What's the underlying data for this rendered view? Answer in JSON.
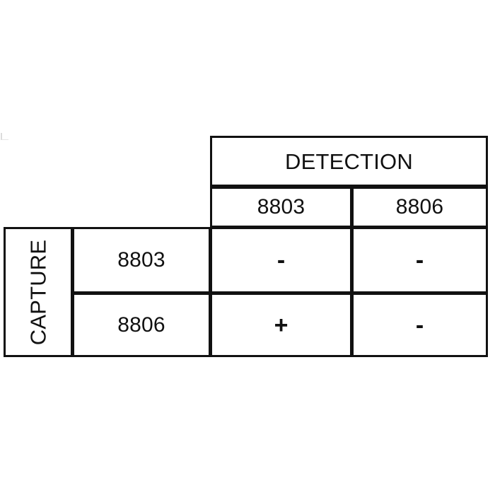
{
  "figure": {
    "kind": "cross-reactivity-matrix-table",
    "column_axis_title": "DETECTION",
    "row_axis_title": "CAPTURE",
    "column_headers": [
      "8803",
      "8806"
    ],
    "row_headers": [
      "8803",
      "8806"
    ],
    "results": [
      [
        "-",
        "-"
      ],
      [
        "+",
        "-"
      ]
    ],
    "colors": {
      "border": "#111111",
      "background": "#ffffff",
      "text": "#111111"
    }
  },
  "chart_data": {
    "type": "table",
    "title": "",
    "xlabel": "DETECTION",
    "ylabel": "CAPTURE",
    "categories": [
      "8803",
      "8806"
    ],
    "row_categories": [
      "8803",
      "8806"
    ],
    "cells": [
      {
        "row": "8803",
        "column": "8803",
        "value": "-"
      },
      {
        "row": "8803",
        "column": "8806",
        "value": "-"
      },
      {
        "row": "8806",
        "column": "8803",
        "value": "+"
      },
      {
        "row": "8806",
        "column": "8806",
        "value": "-"
      }
    ],
    "legend": [],
    "annotations": []
  }
}
